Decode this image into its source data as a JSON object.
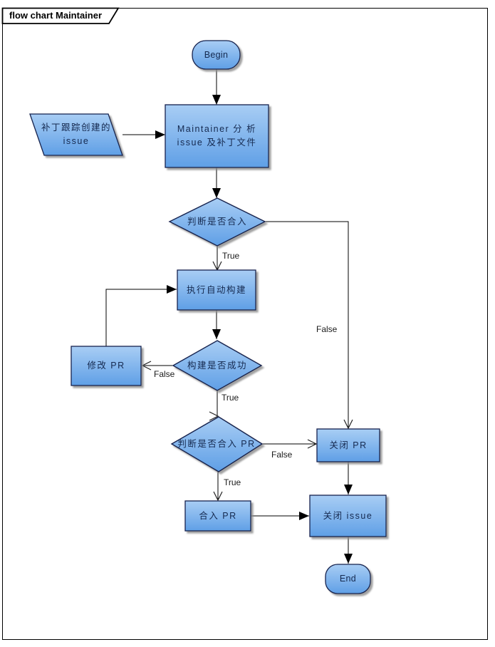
{
  "title": "flow chart Maintainer",
  "colors": {
    "background": "#ffffff",
    "node_fill_top": "#a8cdf4",
    "node_fill_bottom": "#5f9fe6",
    "node_border": "#16224e",
    "node_text": "#15294f",
    "edge_line": "#000000",
    "shadow": "#999999",
    "frame_border": "#000000"
  },
  "nodes": {
    "begin": {
      "type": "terminator",
      "label": "Begin"
    },
    "issue_input": {
      "type": "data",
      "line1": "补丁跟踪创建的",
      "line2": "issue"
    },
    "analyze": {
      "type": "process",
      "line1": "Maintainer 分 析",
      "line2": "issue 及补丁文件"
    },
    "decide_merge": {
      "type": "decision",
      "label": "判断是否合入"
    },
    "auto_build": {
      "type": "process",
      "label": "执行自动构建"
    },
    "build_success": {
      "type": "decision",
      "label": "构建是否成功"
    },
    "fix_pr": {
      "type": "process",
      "label": "修改 PR"
    },
    "decide_merge_pr": {
      "type": "decision",
      "label": "判断是否合入 PR"
    },
    "close_pr": {
      "type": "process",
      "label": "关闭 PR"
    },
    "merge_pr": {
      "type": "process",
      "label": "合入 PR"
    },
    "close_issue": {
      "type": "process",
      "label": "关闭 issue"
    },
    "end": {
      "type": "terminator",
      "label": "End"
    }
  },
  "edge_labels": {
    "d1_true": "True",
    "d1_false": "False",
    "d2_true": "True",
    "d2_false": "False",
    "d3_true": "True",
    "d3_false": "False"
  }
}
